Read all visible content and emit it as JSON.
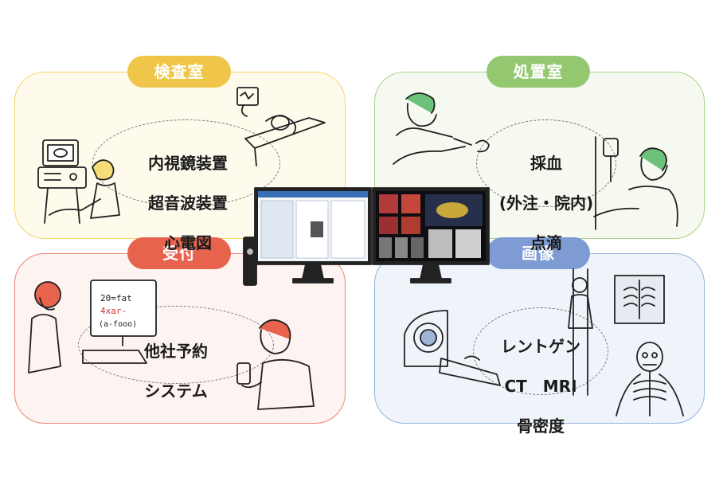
{
  "colors": {
    "exam_room": "#f0c64a",
    "treatment_room": "#93c870",
    "reception": "#e8634e",
    "imaging": "#7e9bd4"
  },
  "panels": {
    "exam_room": {
      "title": "検査室",
      "items": [
        "内視鏡装置",
        "超音波装置",
        "心電図"
      ]
    },
    "treatment_room": {
      "title": "処置室",
      "items": [
        "採血",
        "(外注・院内)",
        "点滴"
      ]
    },
    "reception": {
      "title": "受付",
      "items": [
        "他社予約",
        "システム"
      ]
    },
    "imaging": {
      "title": "画像",
      "items": [
        "レントゲン",
        "CT　MRI",
        "骨密度"
      ]
    }
  },
  "center": {
    "devices": [
      "desktop-tower",
      "monitor-left",
      "monitor-right"
    ]
  },
  "screen_text": {
    "formula_line1": "20=fat",
    "formula_line2": "4xar-",
    "formula_line3": "(a-fooo)"
  }
}
